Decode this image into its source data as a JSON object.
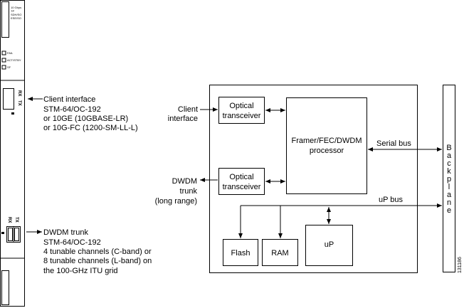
{
  "card": {
    "top_label_lines": [
      "10 Gbps",
      "TP",
      "SDH/SO",
      "ESE/SO"
    ],
    "led_labels": [
      "FAIL",
      "ACT/STBY",
      "SF"
    ],
    "client_port_rx": "RX",
    "client_port_tx": "TX",
    "trunk_port_rx": "RX",
    "trunk_port_tx": "TX"
  },
  "callouts": {
    "client": [
      "Client interface",
      "STM-64/OC-192",
      "or 10GE (10GBASE-LR)",
      "or 10G-FC (1200-SM-LL-L)"
    ],
    "trunk": [
      "DWDM trunk",
      "STM-64/OC-192",
      "4 tunable channels (C-band) or",
      "8 tunable channels (L-band) on",
      "the 100-GHz ITU grid"
    ]
  },
  "diagram": {
    "client_label": [
      "Client",
      "interface"
    ],
    "trunk_label": [
      "DWDM",
      "trunk",
      "(long range)"
    ],
    "optical_top": [
      "Optical",
      "transceiver"
    ],
    "optical_bottom": [
      "Optical",
      "transceiver"
    ],
    "framer": [
      "Framer/FEC/DWDM",
      "processor"
    ],
    "serial_bus": "Serial bus",
    "up_bus": "uP bus",
    "flash": "Flash",
    "ram": "RAM",
    "up": "uP",
    "backplane": [
      "B",
      "a",
      "c",
      "k",
      "p",
      "l",
      "a",
      "n",
      "e"
    ],
    "figure_id": "131186"
  }
}
